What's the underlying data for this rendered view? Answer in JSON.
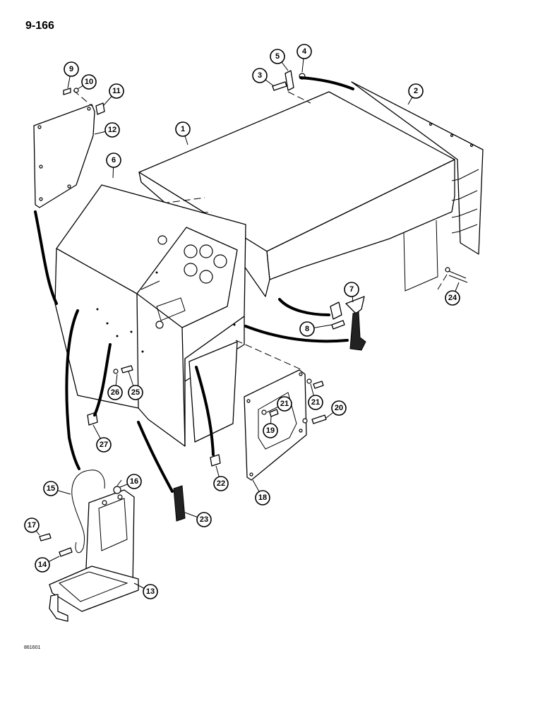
{
  "page": {
    "number": "9-166",
    "figure_code": "861601"
  },
  "callouts": [
    "1",
    "2",
    "3",
    "4",
    "5",
    "6",
    "7",
    "8",
    "9",
    "10",
    "11",
    "12",
    "13",
    "14",
    "15",
    "16",
    "17",
    "18",
    "19",
    "20",
    "21",
    "21",
    "22",
    "23",
    "24",
    "25",
    "26",
    "27"
  ]
}
